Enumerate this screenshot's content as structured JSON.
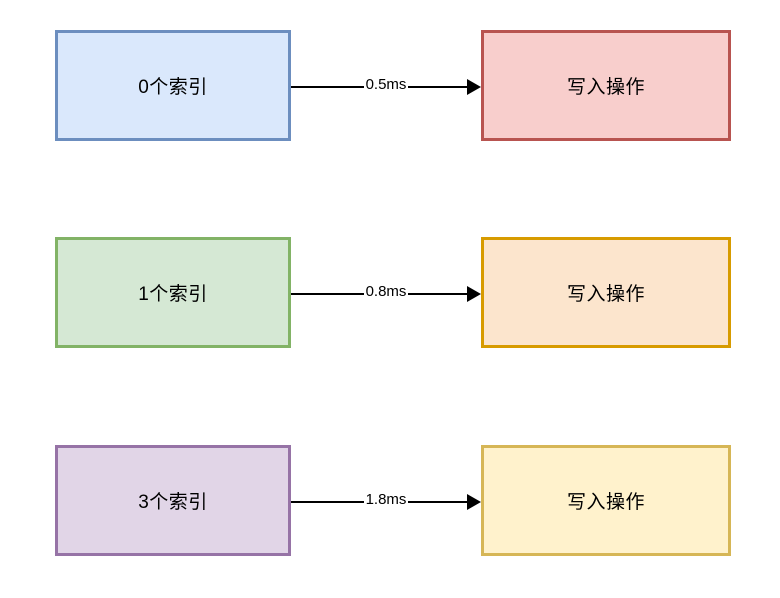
{
  "diagram": {
    "type": "flowchart",
    "orientation": "left-to-right",
    "background_color": "#ffffff",
    "rows": [
      {
        "id": "row-0-index",
        "source": {
          "label": "0个索引",
          "fill": "#dae8fc",
          "stroke": "#6c8ebf"
        },
        "edge": {
          "label": "0.5ms",
          "color": "#000000",
          "arrowhead": "solid-triangle"
        },
        "target": {
          "label": "写入操作",
          "fill": "#f8cecc",
          "stroke": "#b85450"
        }
      },
      {
        "id": "row-1-index",
        "source": {
          "label": "1个索引",
          "fill": "#d5e8d4",
          "stroke": "#82b366"
        },
        "edge": {
          "label": "0.8ms",
          "color": "#000000",
          "arrowhead": "solid-triangle"
        },
        "target": {
          "label": "写入操作",
          "fill": "#fce5cd",
          "stroke": "#d79b00"
        }
      },
      {
        "id": "row-3-index",
        "source": {
          "label": "3个索引",
          "fill": "#e1d5e7",
          "stroke": "#9673a6"
        },
        "edge": {
          "label": "1.8ms",
          "color": "#000000",
          "arrowhead": "solid-triangle"
        },
        "target": {
          "label": "写入操作",
          "fill": "#fff2cc",
          "stroke": "#d6b656"
        }
      }
    ]
  }
}
